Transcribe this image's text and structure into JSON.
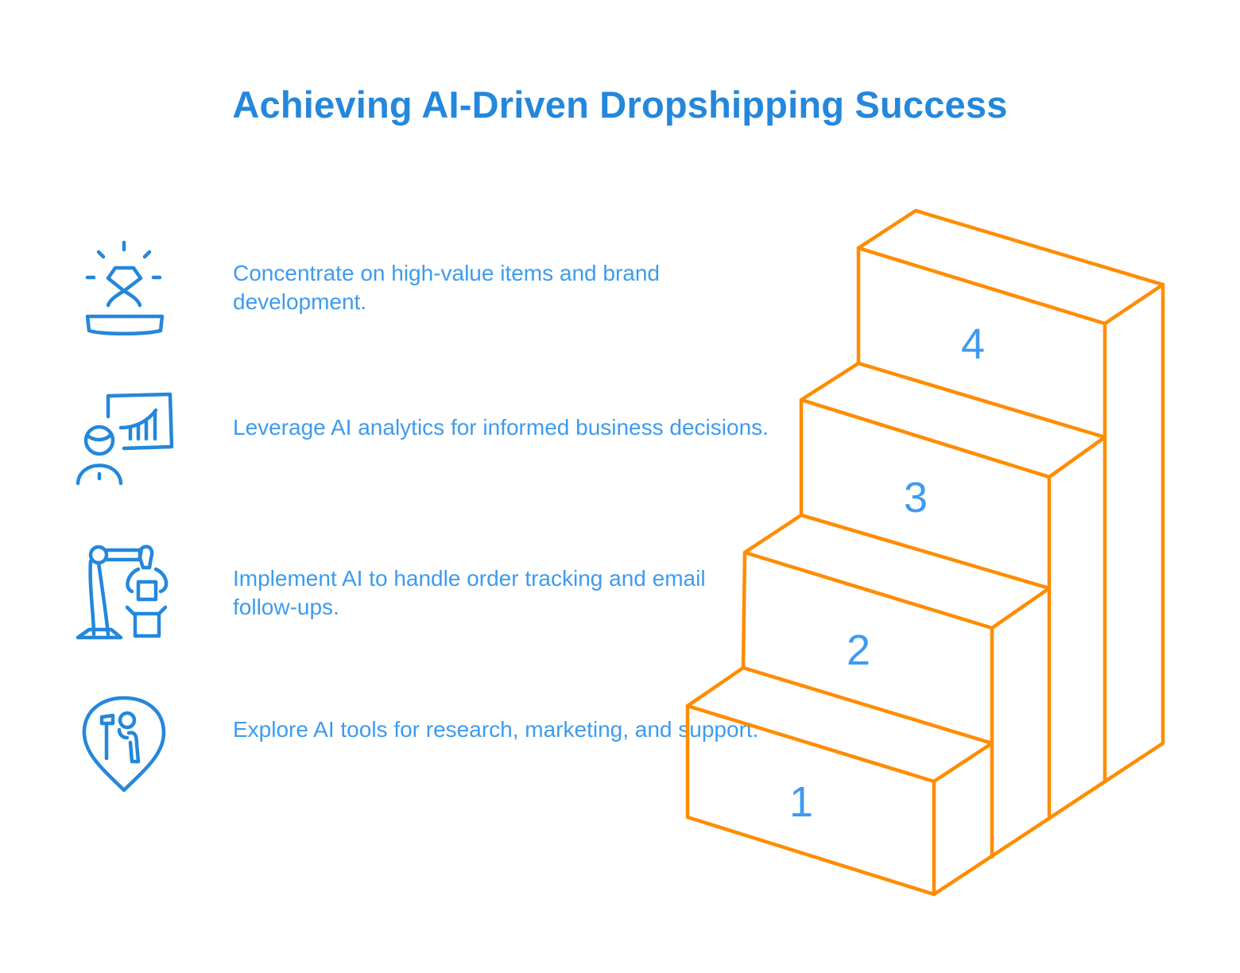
{
  "title": "Achieving AI-Driven Dropshipping Success",
  "colors": {
    "title": "#2487dc",
    "text": "#3d9bef",
    "icon": "#2487dc",
    "stairs": "#ff8c00",
    "background": "#ffffff"
  },
  "items": [
    {
      "icon": "diamond-ring-pedestal-icon",
      "text": "Concentrate on high-value items and brand development.",
      "step": "4"
    },
    {
      "icon": "analytics-presentation-icon",
      "text": "Leverage AI analytics for informed business decisions.",
      "step": "3"
    },
    {
      "icon": "robot-arm-packaging-icon",
      "text": "Implement AI to handle order tracking and email follow-ups.",
      "step": "2"
    },
    {
      "icon": "research-location-pin-icon",
      "text": "Explore AI tools for research, marketing, and support.",
      "step": "1"
    }
  ],
  "steps": [
    "1",
    "2",
    "3",
    "4"
  ]
}
